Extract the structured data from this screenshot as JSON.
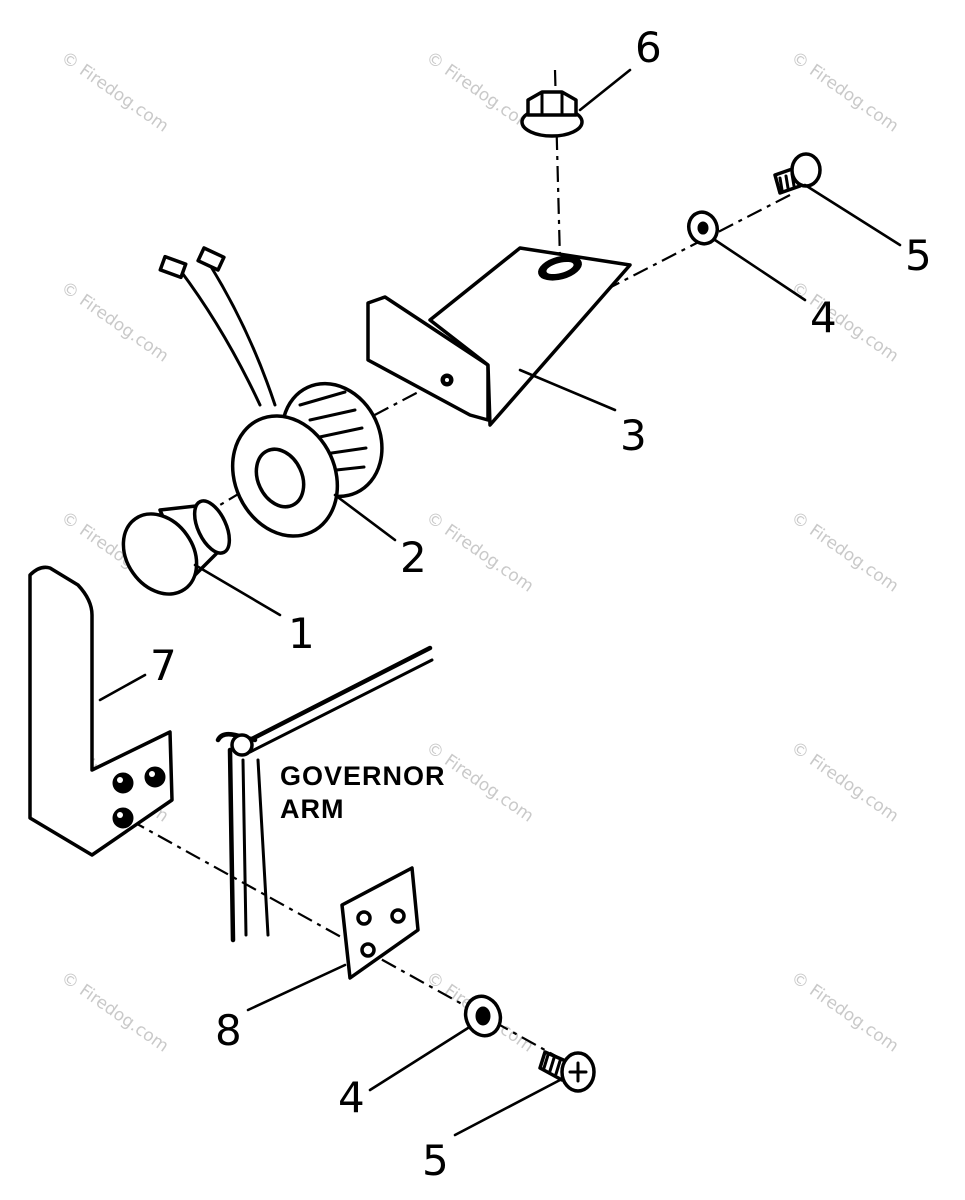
{
  "watermark": "© Firedog.com",
  "callouts": {
    "c1": "1",
    "c2": "2",
    "c3": "3",
    "c4a": "4",
    "c4b": "4",
    "c5a": "5",
    "c5b": "5",
    "c6": "6",
    "c7": "7",
    "c8": "8"
  },
  "governor_label": {
    "line1": "GOVERNOR",
    "line2": "ARM"
  }
}
